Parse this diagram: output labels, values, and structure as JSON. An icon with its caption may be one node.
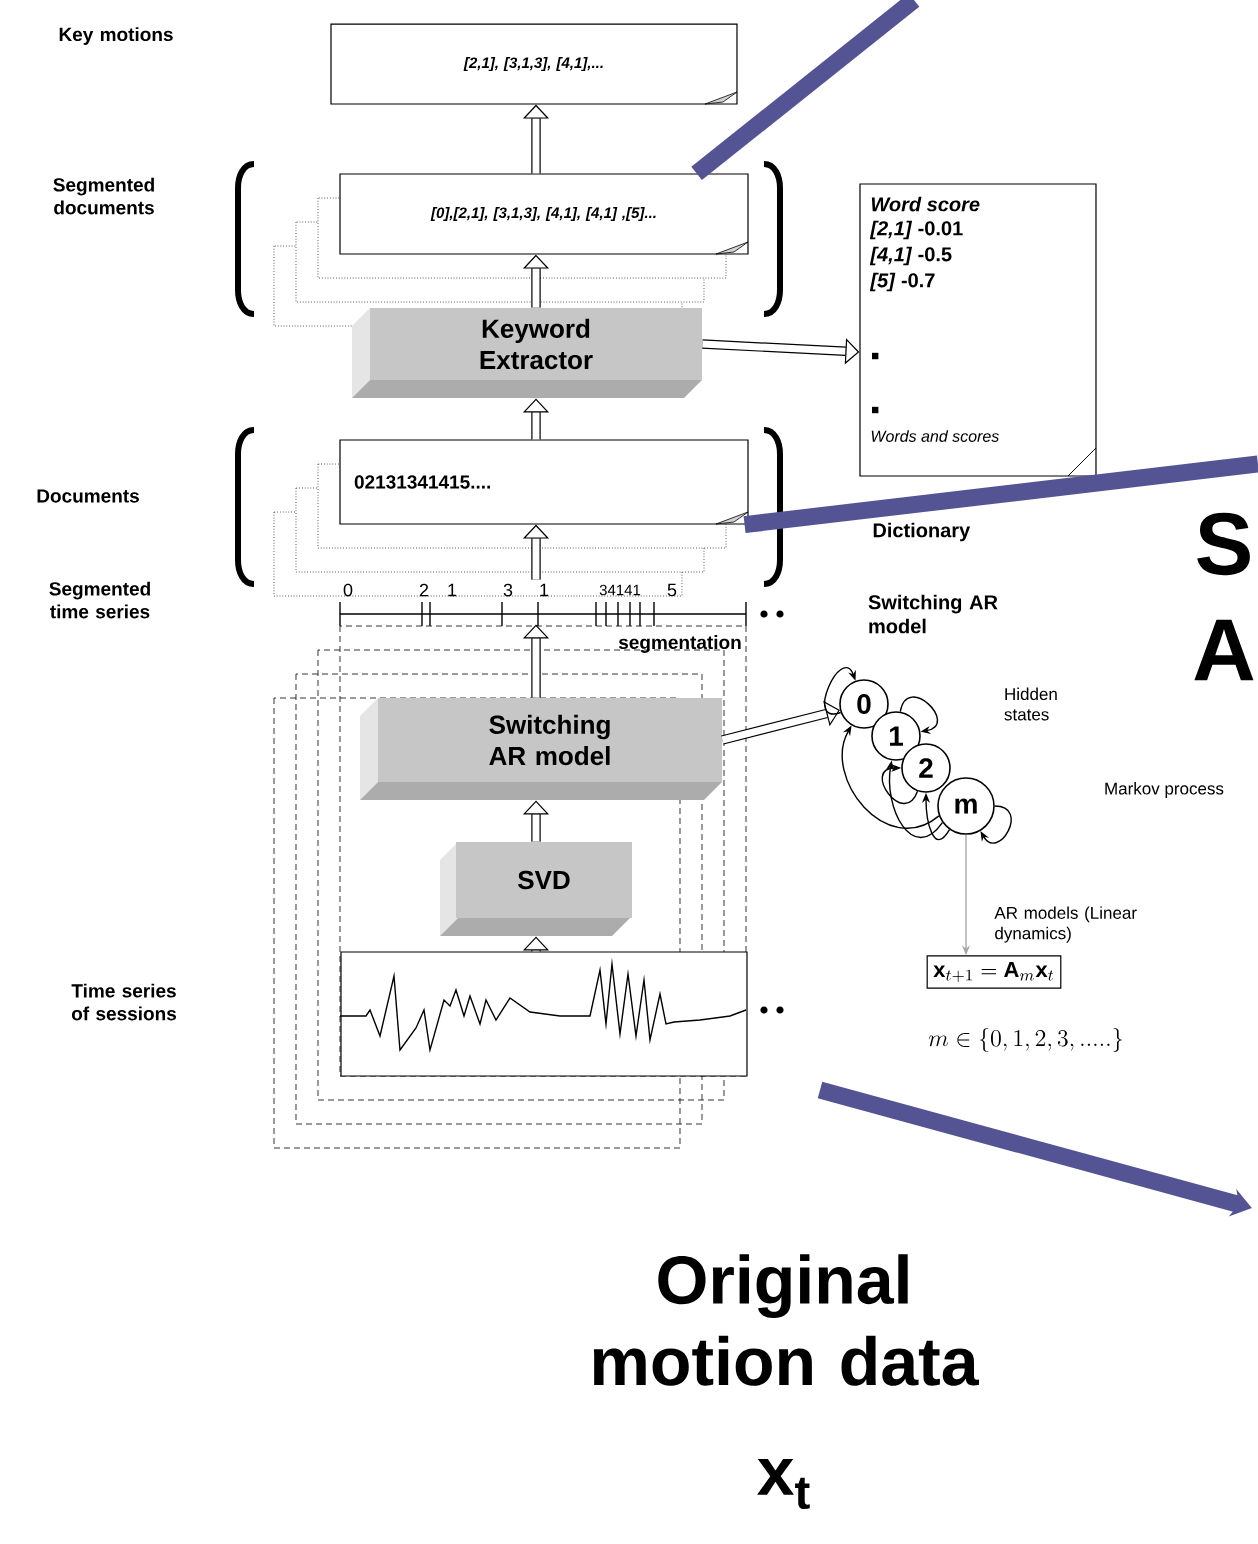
{
  "diagram": {
    "nodes": [
      {
        "text": [
          "[2,1], [3,1,3], [4,1],..."
        ]
      },
      {
        "text": [
          "[0],[2,1], [3,1,3], [4,1], [4,1] ,[5]..."
        ]
      },
      {
        "text": [
          "Keyword Extractor"
        ]
      },
      {
        "text": [
          "02131341415...."
        ]
      },
      {
        "text": [
          "Word score",
          "*[2,1]* -0.01",
          "*[4,1]* -0.5",
          "*[5]* -0.7",
          "Words and scores"
        ],
        "beside": [
          "Dictionary"
        ]
      },
      {
        "text": [],
        "shape": "line",
        "beside": [
          "0",
          "2",
          "1",
          "3",
          "1",
          "34141",
          "5",
          "segmentation"
        ]
      },
      {
        "text": [
          "Switching AR model"
        ]
      },
      {
        "text": [
          "SVD"
        ]
      },
      {
        "text": [],
        "shape": "picture"
      },
      {
        "text": [
          "0"
        ]
      },
      {
        "text": [
          "1"
        ]
      },
      {
        "text": [
          "2"
        ]
      },
      {
        "text": [
          "m"
        ]
      },
      {
        "text": [
          "\\mathbf{x}_{t+1} = \\mathbf{A}_{m}\\mathbf{x}_{t}"
        ]
      }
    ],
    "edges": [
      {
        "from": 1,
        "to": 0,
        "arrow": "to"
      },
      {
        "from": 2,
        "to": 1,
        "arrow": "to"
      },
      {
        "from": 3,
        "to": 2,
        "arrow": "to"
      },
      {
        "from": 5,
        "to": 3,
        "arrow": "to"
      },
      {
        "from": 6,
        "to": 5,
        "arrow": "to"
      },
      {
        "from": 7,
        "to": 6,
        "arrow": "to"
      },
      {
        "from": 8,
        "to": 7,
        "arrow": "to"
      },
      {
        "from": 2,
        "to": 4,
        "arrow": "to"
      },
      {
        "from": 6,
        "to": 9,
        "arrow": "to"
      },
      {
        "from": 9,
        "to": 9,
        "arrow": "to"
      },
      {
        "from": 10,
        "to": 10,
        "arrow": "to"
      },
      {
        "from": 11,
        "to": 11,
        "arrow": "to"
      },
      {
        "from": 12,
        "to": 12,
        "arrow": "to"
      },
      {
        "from": 12,
        "to": 9,
        "arrow": "to"
      },
      {
        "from": 12,
        "to": 10,
        "arrow": "to"
      },
      {
        "from": 12,
        "to": 11,
        "arrow": "to"
      },
      {
        "from": 12,
        "to": 13,
        "arrow": "to",
        "label": "AR models (Linear dynamics)",
        "color": "#a6a6a6"
      },
      {
        "from": 1,
        "to": null,
        "arrow": "none",
        "style": "thick",
        "color": "#545494"
      },
      {
        "from": 3,
        "to": null,
        "arrow": "none",
        "style": "thick",
        "color": "#545494"
      }
    ],
    "labels": [
      "Key motions",
      "Segmented documents",
      "Documents",
      "Segmented time series",
      "Switching AR model",
      "Hidden states",
      "S",
      "A",
      "Markov process",
      "Time series of sessions",
      "m \\in \\{0,1,2,3,.....\\}",
      "Original motion data",
      "x$_{t}$"
    ]
  }
}
